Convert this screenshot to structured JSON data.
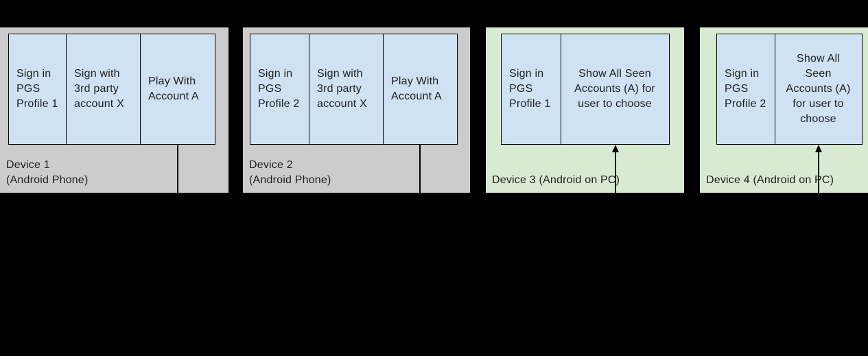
{
  "colors": {
    "background": "#000000",
    "phone_panel_gray": "#cccccc",
    "pc_panel_green": "#d9ead3",
    "step_box_blue": "#cfe2f3",
    "border_black": "#000000",
    "text": "#1c1c1c"
  },
  "devices": [
    {
      "label": "Device 1\n(Android Phone)",
      "panel_color": "#cccccc",
      "connector": "line-down",
      "cells": [
        "Sign in\nPGS\nProfile 1",
        "Sign with\n3rd party\naccount X",
        "Play With\nAccount A"
      ]
    },
    {
      "label": "Device 2\n(Android Phone)",
      "panel_color": "#cccccc",
      "connector": "line-down",
      "cells": [
        "Sign in\nPGS\nProfile 2",
        "Sign with\n3rd party\naccount X",
        "Play With\nAccount A"
      ]
    },
    {
      "label": "Device 3 (Android on PC)",
      "panel_color": "#d9ead3",
      "connector": "arrow-up",
      "cells": [
        "Sign in\nPGS\nProfile 1",
        "Show All Seen\nAccounts (A) for\nuser to choose"
      ]
    },
    {
      "label": "Device 4 (Android on PC)",
      "panel_color": "#d9ead3",
      "connector": "arrow-up",
      "cells": [
        "Sign in\nPGS\nProfile 2",
        "Show All\nSeen\nAccounts (A)\nfor user to\nchoose"
      ]
    }
  ]
}
